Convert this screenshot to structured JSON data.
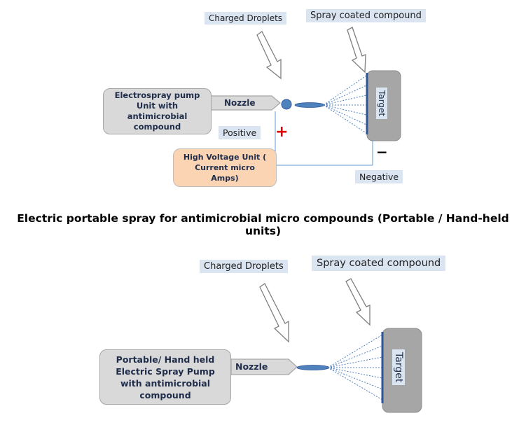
{
  "top": {
    "charged_droplets": "Charged Droplets",
    "spray_coated": "Spray coated compound",
    "pump_unit": "Electrospray pump Unit with antimicrobial compound",
    "nozzle": "Nozzle",
    "positive": "Positive",
    "plus_sign": "+",
    "minus_sign": "−",
    "high_voltage": "High Voltage Unit ( Current micro Amps)",
    "negative": "Negative",
    "target": "Target"
  },
  "caption": "Electric portable spray for antimicrobial micro compounds (Portable / Hand-held units)",
  "bottom": {
    "charged_droplets": "Charged Droplets",
    "spray_coated": "Spray coated compound",
    "pump_unit": "Portable/ Hand held Electric Spray Pump with antimicrobial compound",
    "nozzle": "Nozzle",
    "target": "Target"
  },
  "colors": {
    "line": "#5b9bd5",
    "red": "#e00000",
    "nozzle_blue": "#4f81bd"
  }
}
